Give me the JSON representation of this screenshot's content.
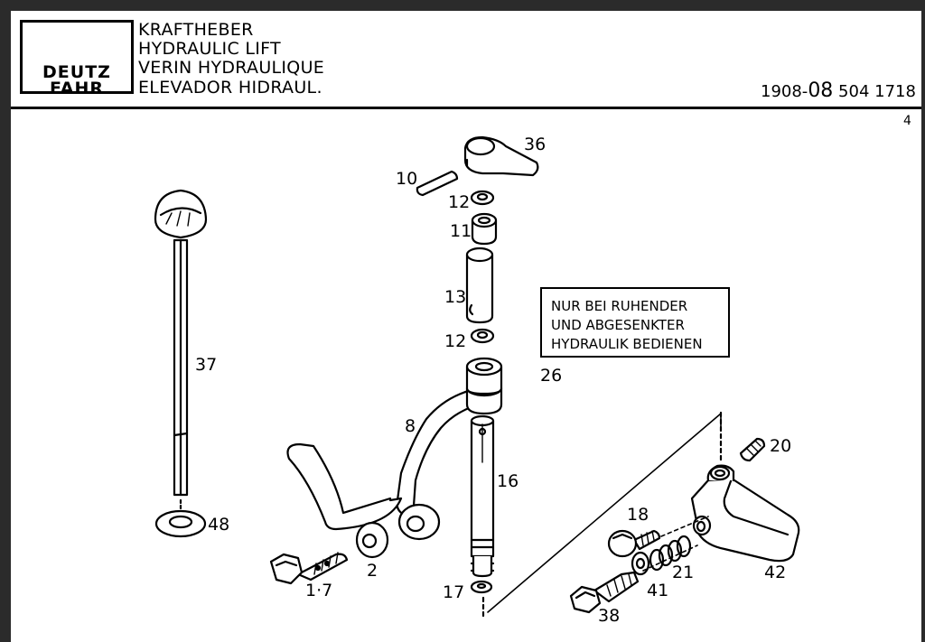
{
  "header": {
    "logo": [
      "DEUTZ",
      "FAHR"
    ],
    "titles": [
      "KRAFTHEBER",
      "HYDRAULIC LIFT",
      "VERIN HYDRAULIQUE",
      "ELEVADOR HIDRAUL."
    ],
    "doc_number": {
      "prefix": "1908-",
      "middle": "08",
      "suffix": " 504  1718"
    },
    "page": "4"
  },
  "warning": {
    "lines": [
      "NUR BEI RUHENDER",
      "UND ABGESENKTER",
      "HYDRAULIK BEDIENEN"
    ]
  },
  "labels": {
    "p36": "36",
    "p10": "10",
    "p12a": "12",
    "p11": "11",
    "p13": "13",
    "p12b": "12",
    "p37": "37",
    "p26": "26",
    "p8": "8",
    "p16": "16",
    "p20": "20",
    "p48": "48",
    "p18": "18",
    "p1_7": "1·7",
    "p2": "2",
    "p21": "21",
    "p41": "41",
    "p42": "42",
    "p17": "17",
    "p38": "38"
  },
  "colors": {
    "ink": "#000000",
    "paper": "#ffffff",
    "frame": "#2b2b2b"
  }
}
